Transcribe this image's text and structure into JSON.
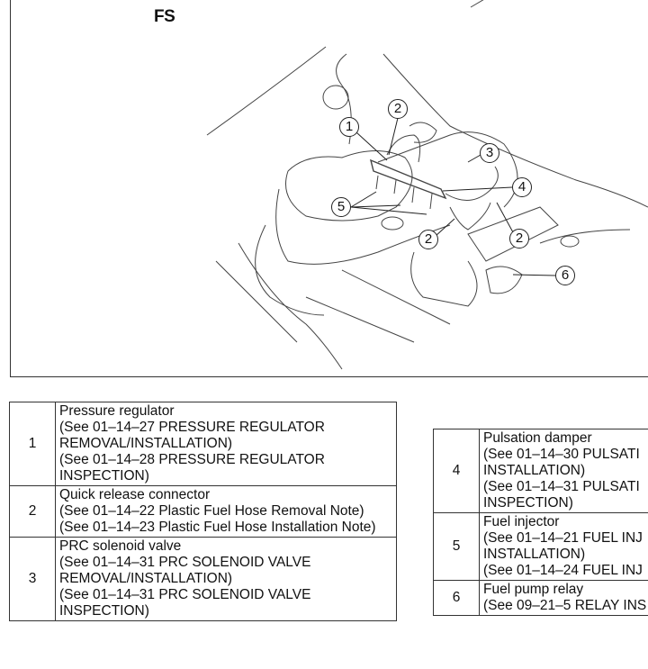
{
  "figure": {
    "label": "FS",
    "callouts": [
      "1",
      "2",
      "3",
      "4",
      "5",
      "2",
      "2",
      "6"
    ]
  },
  "left_table": [
    {
      "num": "1",
      "lines": [
        "Pressure regulator",
        "(See 01–14–27 PRESSURE REGULATOR",
        "REMOVAL/INSTALLATION)",
        "(See 01–14–28 PRESSURE REGULATOR",
        "INSPECTION)"
      ]
    },
    {
      "num": "2",
      "lines": [
        "Quick release connector",
        "(See 01–14–22 Plastic Fuel Hose Removal Note)",
        "(See 01–14–23 Plastic Fuel Hose Installation Note)"
      ]
    },
    {
      "num": "3",
      "lines": [
        "PRC solenoid valve",
        "(See 01–14–31 PRC SOLENOID VALVE",
        "REMOVAL/INSTALLATION)",
        "(See 01–14–31 PRC SOLENOID VALVE",
        "INSPECTION)"
      ]
    }
  ],
  "right_table": [
    {
      "num": "4",
      "lines": [
        "Pulsation damper",
        "(See 01–14–30 PULSATI",
        "INSTALLATION)",
        "(See 01–14–31 PULSATI",
        "INSPECTION)"
      ]
    },
    {
      "num": "5",
      "lines": [
        "Fuel injector",
        "(See 01–14–21 FUEL INJ",
        "INSTALLATION)",
        "(See 01–14–24 FUEL INJ"
      ]
    },
    {
      "num": "6",
      "lines": [
        "Fuel pump relay",
        "(See 09–21–5 RELAY INS"
      ]
    }
  ]
}
